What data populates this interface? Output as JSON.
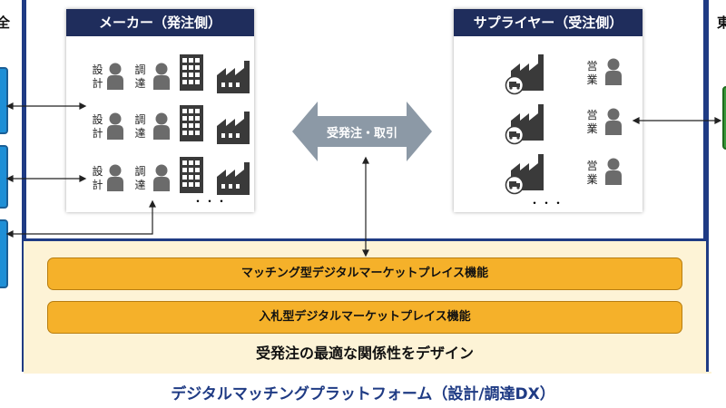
{
  "maker_panel": {
    "title": "メーカー（発注側）",
    "rows": [
      {
        "design_label": "設計",
        "procure_label": "調達"
      },
      {
        "design_label": "設計",
        "procure_label": "調達"
      },
      {
        "design_label": "設計",
        "procure_label": "調達"
      }
    ],
    "ellipsis": "・・・"
  },
  "supplier_panel": {
    "title": "サプライヤー（受注側）",
    "rows": [
      {
        "sales_label": "営業"
      },
      {
        "sales_label": "営業"
      },
      {
        "sales_label": "営業"
      }
    ],
    "ellipsis": "・・・"
  },
  "center_arrow": {
    "label": "受発注・取引"
  },
  "functions": {
    "matching": "マッチング型デジタルマーケットプレイス機能",
    "bidding": "入札型デジタルマーケットプレイス機能"
  },
  "caption": "受発注の最適な関係性をデザイン",
  "bottom_title": "デジタルマッチングプラットフォーム（設計/調達DX）",
  "left_cut_label": "全",
  "right_cut_label": "東",
  "colors": {
    "navy": "#1f2d5c",
    "frame_blue": "#1f3b84",
    "orange": "#f5b12a",
    "cream": "#fdf3d6",
    "icon_gray": "#6b6b6b"
  }
}
